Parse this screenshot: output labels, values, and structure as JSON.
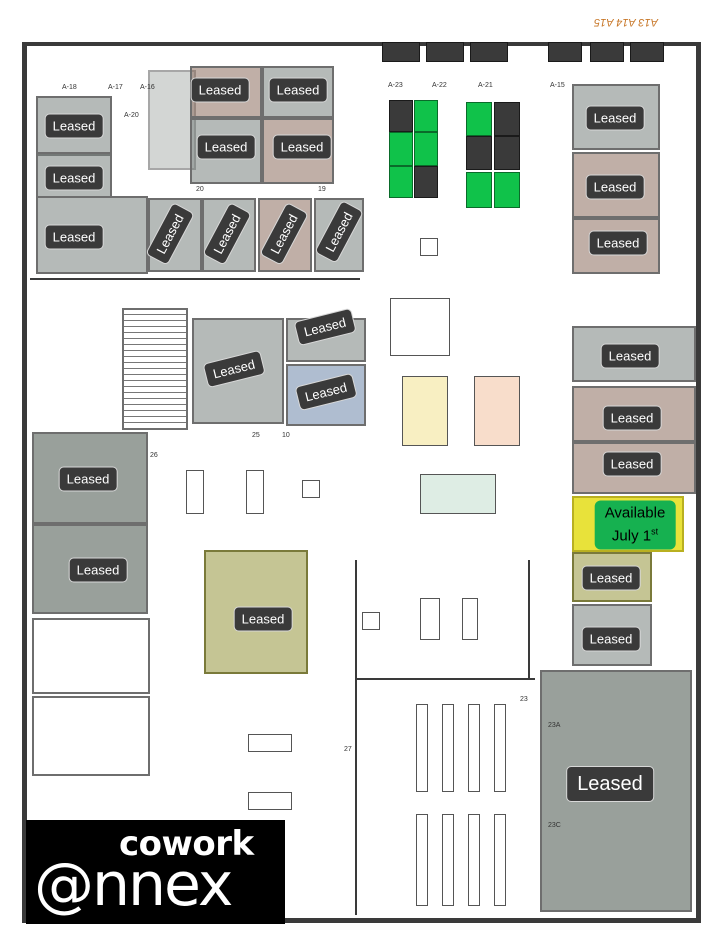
{
  "colors": {
    "leased_pill": "#3a3a3a",
    "available_pill": "#16b150",
    "available_zone": "#e8e23a",
    "hot_desk_available": "#10c24a",
    "hot_desk_taken": "#3a3a3a"
  },
  "map": {
    "status_leased": "Leased",
    "status_available_line1": "Available",
    "status_available_line2_text": "July 1",
    "status_available_line2_sup": "st",
    "handwritten_note": "A13 A14 A15",
    "room_tags": {
      "a18": "A-18",
      "a17": "A-17",
      "a16": "A-16",
      "a20": "A-20",
      "a23": "A-23",
      "a22": "A-22",
      "a21": "A-21",
      "a15": "A-15",
      "r26": "26",
      "r25": "25",
      "r10": "10",
      "r27": "27",
      "r23": "23",
      "r23a": "23A",
      "r23c": "23C",
      "r20": "20",
      "r19": "19"
    }
  },
  "logo": {
    "line1": "cowork",
    "line2": "@nnex"
  }
}
